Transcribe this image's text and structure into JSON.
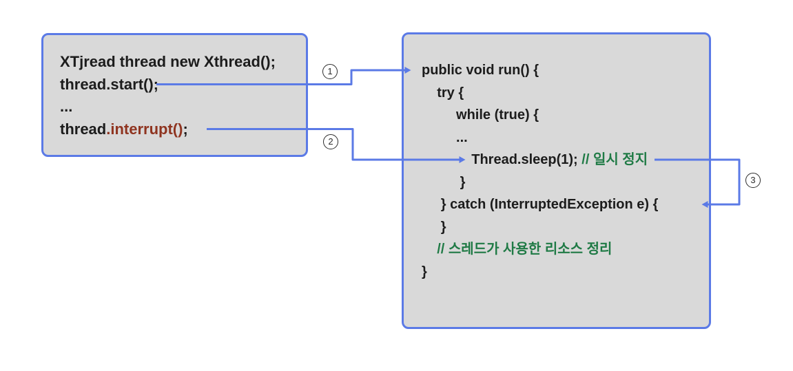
{
  "colors": {
    "background": "#ffffff",
    "box_fill": "#d9d9d9",
    "box_border": "#5b7ae6",
    "arrow_blue": "#5b7ae6",
    "code_black": "#1c1c1c",
    "comment_green": "#1f7a45",
    "interrupt_red": "#8f3420",
    "badge_outline": "#2b2b2b"
  },
  "left_box": {
    "lines": [
      {
        "segments": [
          {
            "t": "XTjread thread new Xthread();",
            "c": "code"
          }
        ]
      },
      {
        "segments": [
          {
            "t": "thread.start();",
            "c": "code"
          }
        ]
      },
      {
        "segments": [
          {
            "t": "...",
            "c": "code"
          }
        ]
      },
      {
        "segments": [
          {
            "t": "thread",
            "c": "code"
          },
          {
            "t": ".interrupt()",
            "c": "highlight"
          },
          {
            "t": ";",
            "c": "code"
          }
        ]
      }
    ]
  },
  "right_box": {
    "lines": [
      {
        "segments": [
          {
            "t": "public void run() {",
            "c": "code"
          }
        ]
      },
      {
        "segments": [
          {
            "t": "    try {",
            "c": "code"
          }
        ]
      },
      {
        "segments": [
          {
            "t": "         while (true) {",
            "c": "code"
          }
        ]
      },
      {
        "segments": [
          {
            "t": "         ...",
            "c": "code"
          }
        ]
      },
      {
        "segments": [
          {
            "t": "             Thread.sleep(1); ",
            "c": "code"
          },
          {
            "t": "// 일시 정지",
            "c": "comment"
          }
        ]
      },
      {
        "segments": [
          {
            "t": "          }",
            "c": "code"
          }
        ]
      },
      {
        "segments": [
          {
            "t": "     } catch (InterruptedException e) {",
            "c": "code"
          }
        ]
      },
      {
        "segments": [
          {
            "t": "     }",
            "c": "code"
          }
        ]
      },
      {
        "segments": [
          {
            "t": "    ",
            "c": "code"
          },
          {
            "t": "// 스레드가 사용한 리소스 정리",
            "c": "comment"
          }
        ]
      },
      {
        "segments": [
          {
            "t": "}",
            "c": "code"
          }
        ]
      }
    ]
  },
  "badges": [
    {
      "label": "1"
    },
    {
      "label": "2"
    },
    {
      "label": "3"
    }
  ]
}
